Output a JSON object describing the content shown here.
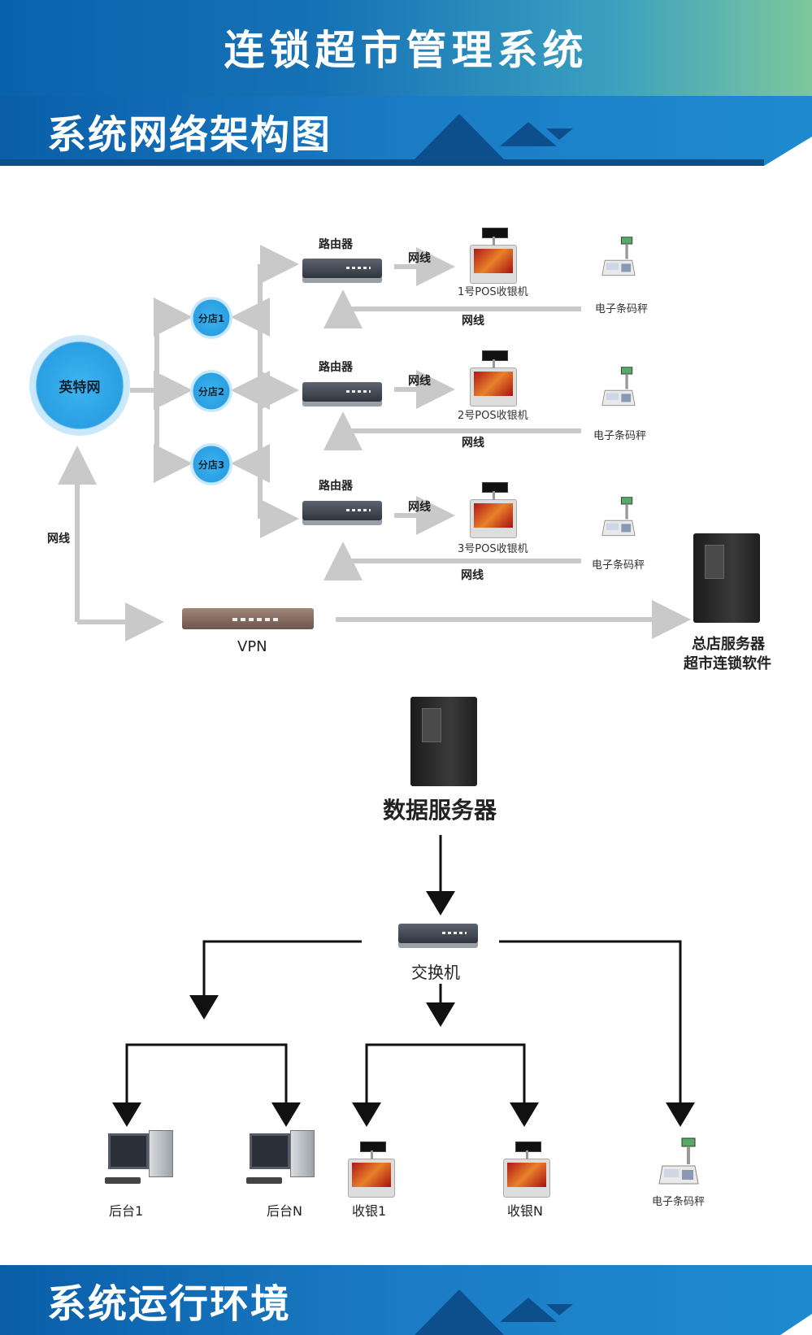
{
  "header": {
    "title": "连锁超市管理系统"
  },
  "section1": {
    "title": "系统网络架构图"
  },
  "section2": {
    "title": "系统运行环境"
  },
  "network": {
    "internet": "英特网",
    "branches": [
      "分店1",
      "分店2",
      "分店3"
    ],
    "router_label": "路由器",
    "cable_label": "网线",
    "pos_labels": [
      "1号POS收银机",
      "2号POS收银机",
      "3号POS收银机"
    ],
    "scale_label": "电子条码秤",
    "vpn_label": "VPN",
    "hq_server": [
      "总店服务器",
      "超市连锁软件"
    ]
  },
  "topology": {
    "data_server": "数据服务器",
    "switch": "交换机",
    "endpoints": [
      "后台1",
      "后台N",
      "收银1",
      "收银N",
      "电子条码秤"
    ]
  }
}
